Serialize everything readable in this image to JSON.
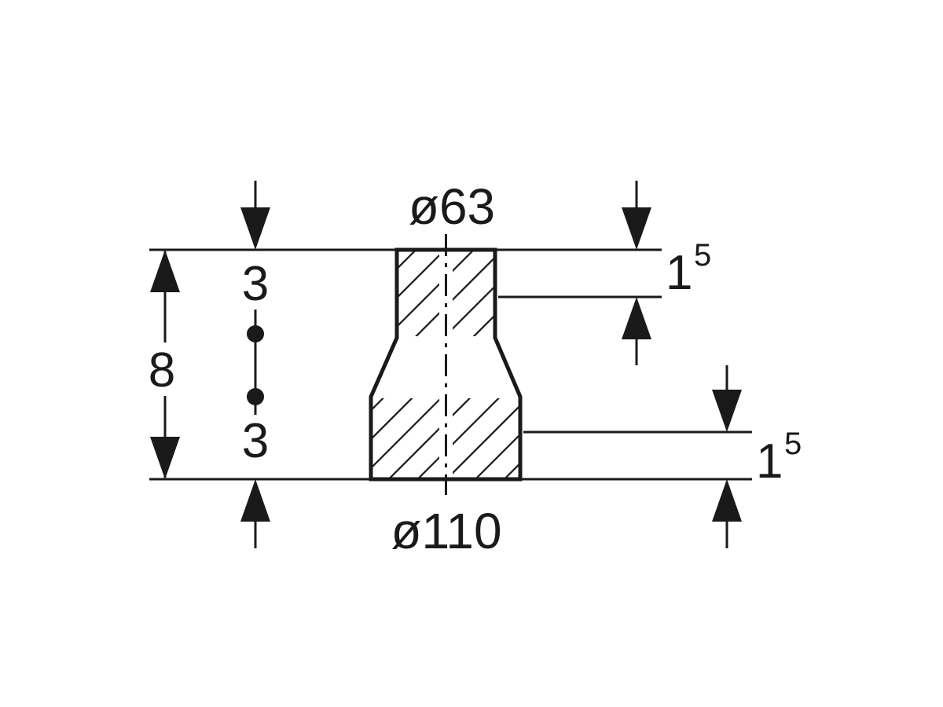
{
  "drawing": {
    "labels": {
      "top_diameter": "ø63",
      "bottom_diameter": "ø110",
      "left_dim_top": "3",
      "left_dim_overall": "8",
      "left_dim_bottom": "3",
      "right_dim_top": {
        "main": "1",
        "sup": "5"
      },
      "right_dim_bottom": {
        "main": "1",
        "sup": "5"
      }
    },
    "colors": {
      "ink": "#1a1a1a",
      "background": "#ffffff"
    }
  }
}
